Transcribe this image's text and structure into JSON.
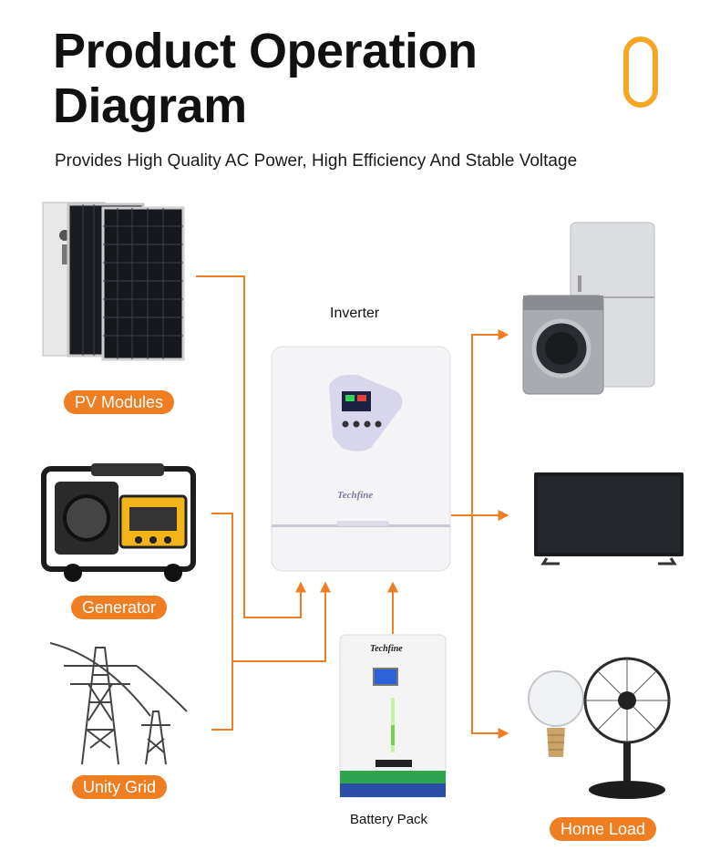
{
  "header": {
    "title_line1": "Product Operation",
    "title_line2": "Diagram",
    "subtitle": "Provides High Quality AC Power, High Efficiency And Stable Voltage"
  },
  "sources": {
    "pv": "PV Modules",
    "generator": "Generator",
    "grid": "Unity Grid"
  },
  "center": {
    "inverter": "Inverter",
    "battery": "Battery Pack",
    "inverter_brand": "Techfine",
    "battery_brand": "Techfine"
  },
  "loads": {
    "home_load": "Home Load"
  },
  "colors": {
    "accent": "#ef7d22",
    "deco_outline": "#f5a623"
  }
}
